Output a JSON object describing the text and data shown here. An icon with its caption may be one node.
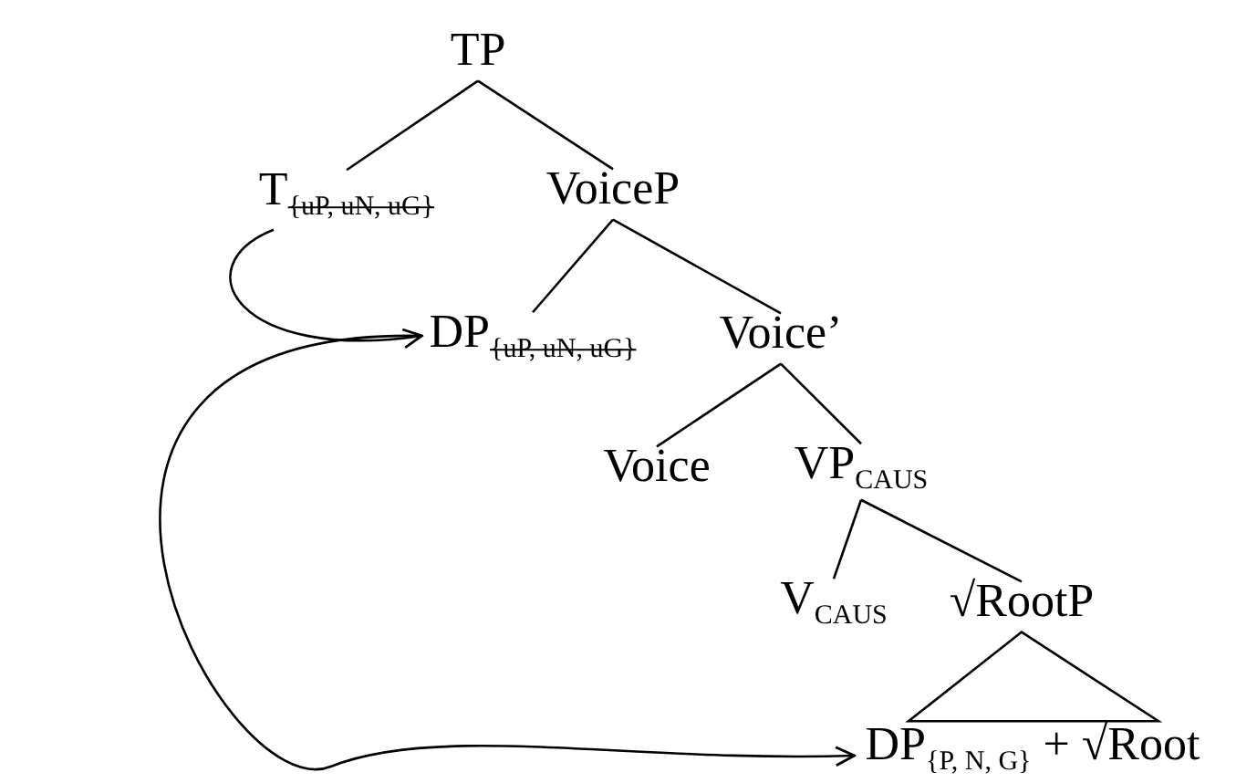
{
  "diagram": {
    "nodes": [
      {
        "text": [
          "TP"
        ]
      },
      {
        "text": [
          "T",
          "{uP, uN, uG}"
        ]
      },
      {
        "text": [
          "VoiceP"
        ]
      },
      {
        "text": [
          "DP",
          "{uP, uN, uG}"
        ]
      },
      {
        "text": [
          "Voice’"
        ]
      },
      {
        "text": [
          "Voice"
        ]
      },
      {
        "text": [
          "VP",
          "CAUS"
        ]
      },
      {
        "text": [
          "V",
          "CAUS"
        ]
      },
      {
        "text": [
          "√RootP"
        ]
      },
      {
        "text": [
          "DP",
          "{P, N, G}",
          "+ √Root"
        ]
      }
    ],
    "edges": [
      {
        "from": 0,
        "to": 1,
        "arrow": "none"
      },
      {
        "from": 0,
        "to": 2,
        "arrow": "none"
      },
      {
        "from": 2,
        "to": 3,
        "arrow": "none"
      },
      {
        "from": 2,
        "to": 4,
        "arrow": "none"
      },
      {
        "from": 4,
        "to": 5,
        "arrow": "none"
      },
      {
        "from": 4,
        "to": 6,
        "arrow": "none"
      },
      {
        "from": 6,
        "to": 7,
        "arrow": "none"
      },
      {
        "from": 6,
        "to": 8,
        "arrow": "none"
      },
      {
        "from": 8,
        "to": 9,
        "arrow": "none"
      },
      {
        "from": 1,
        "to": 3,
        "arrow": "to"
      },
      {
        "from": 3,
        "to": 9,
        "arrow": "to"
      }
    ]
  }
}
